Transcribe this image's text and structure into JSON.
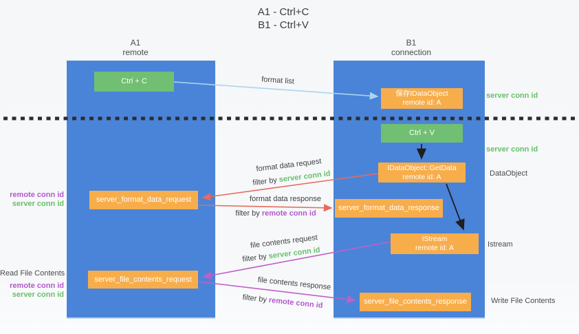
{
  "title": {
    "line1": "A1 - Ctrl+C",
    "line2": "B1 - Ctrl+V"
  },
  "columns": {
    "left": {
      "id": "A1",
      "role": "remote"
    },
    "right": {
      "id": "B1",
      "role": "connection"
    }
  },
  "nodes": {
    "ctrl_c": "Ctrl + C",
    "ctrl_v": "Ctrl + V",
    "save_obj": {
      "line1": "保存IDataObject",
      "line2": "remote id: A"
    },
    "getdata": {
      "line1": "IDataObject::GetData",
      "line2": "remote id: A"
    },
    "istream": {
      "line1": "IStream",
      "line2": "remote id: A"
    },
    "format_request": "server_format_data_request",
    "format_response": "server_format_data_response",
    "file_request": "server_file_contents_request",
    "file_response": "server_file_contents_response"
  },
  "edge_labels": {
    "format_list": "format list",
    "format_data_request": "format data request",
    "filter_server_1": {
      "prefix": "filter by ",
      "id": "server conn id"
    },
    "format_data_response": "format data response",
    "filter_remote_1": {
      "prefix": "filter by ",
      "id": "remote conn id"
    },
    "file_contents_request": "file contents request",
    "filter_server_2": {
      "prefix": "filter by ",
      "id": "server conn id"
    },
    "file_contents_response": "file contents response",
    "filter_remote_2": {
      "prefix": "filter by ",
      "id": "remote conn id"
    }
  },
  "left_labels": {
    "pair1": {
      "remote": "remote conn id",
      "server": "server conn id"
    },
    "read_file": "Read File Contents",
    "pair2": {
      "remote": "remote conn id",
      "server": "server conn id"
    }
  },
  "right_labels": {
    "server_conn_1": "server conn id",
    "server_conn_2": "server conn id",
    "dataobject": "DataObject",
    "istream": "Istream",
    "write_file": "Write File Contents"
  },
  "colors": {
    "column_blue": "#4a84d8",
    "node_green": "#70bf72",
    "node_orange": "#f8ad4b",
    "arrow_light_blue": "#aad4f0",
    "arrow_salmon": "#e96a5e",
    "arrow_magenta": "#c05fc5",
    "arrow_black": "#1f1f1f",
    "text_green": "#68bf6a",
    "text_purple": "#b15acb",
    "text_gray": "#3f3f3f"
  }
}
